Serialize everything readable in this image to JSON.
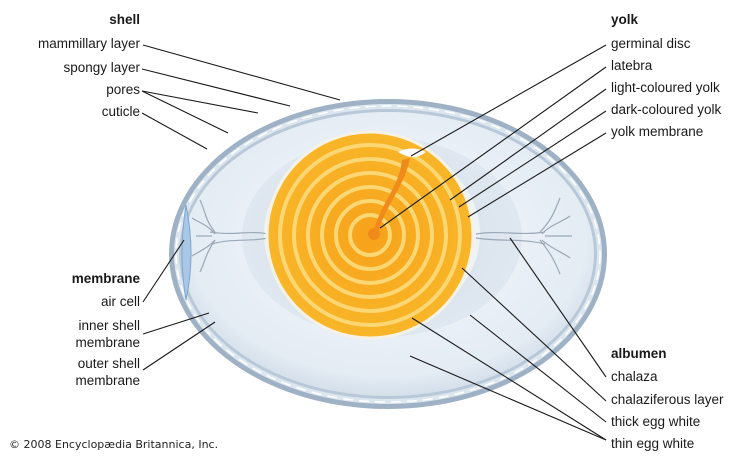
{
  "shell": {
    "heading": "shell",
    "items": [
      "mammillary layer",
      "spongy layer",
      "pores",
      "cuticle"
    ]
  },
  "membrane": {
    "heading": "membrane",
    "items": [
      "air cell",
      "inner shell",
      "membrane",
      "outer shell",
      "membrane"
    ]
  },
  "yolk": {
    "heading": "yolk",
    "items": [
      "germinal disc",
      "latebra",
      "light-coloured yolk",
      "dark-coloured yolk",
      "yolk membrane"
    ]
  },
  "albumen": {
    "heading": "albumen",
    "items": [
      "chalaza",
      "chalaziferous layer",
      "thick egg white",
      "thin egg white"
    ]
  },
  "copyright": "© 2008 Encyclopædia Britannica, Inc."
}
